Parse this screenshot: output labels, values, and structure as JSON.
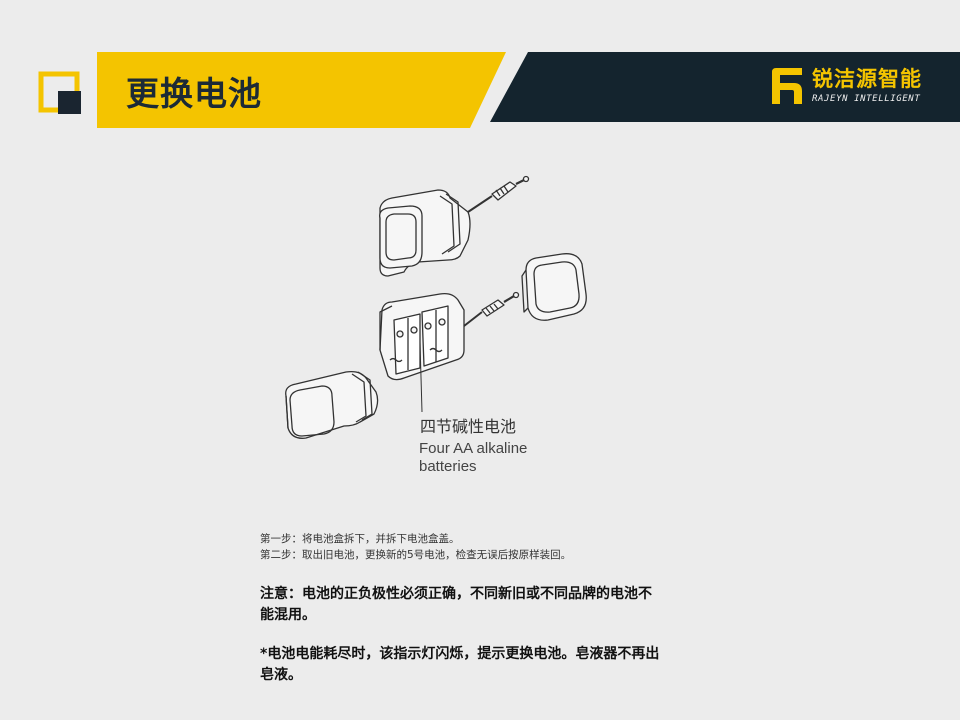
{
  "header": {
    "title": "更换电池",
    "brand_name": "锐洁源智能",
    "brand_sub": "RAJEYN INTELLIGENT",
    "colors": {
      "accent": "#f4c400",
      "dark": "#14242e"
    }
  },
  "illustration": {
    "label_cn": "四节碱性电池",
    "label_en": "Four AA alkaline batteries"
  },
  "steps": {
    "step1": "第一步：将电池盒拆下，并拆下电池盒盖。",
    "step2": "第二步：取出旧电池，更换新的5号电池，检查无误后按原样装回。"
  },
  "notes": {
    "warning": "注意：电池的正负极性必须正确，不同新旧或不同品牌的电池不能混用。",
    "indicator": "*电池电能耗尽时，该指示灯闪烁，提示更换电池。皂液器不再出皂液。"
  }
}
